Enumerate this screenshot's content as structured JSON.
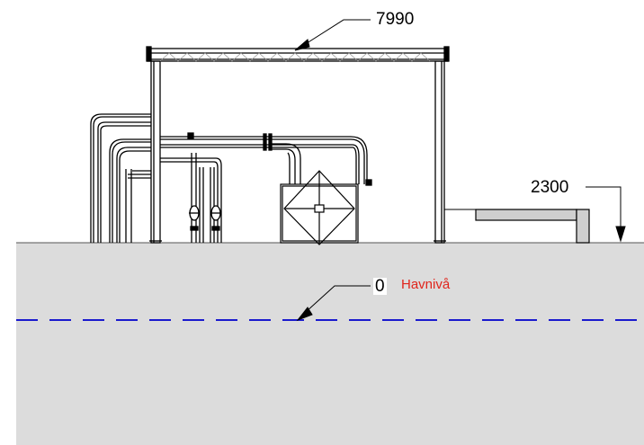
{
  "elevations": {
    "roof": {
      "value": "7990"
    },
    "platform": {
      "value": "2300"
    },
    "sea_level": {
      "value": "0",
      "name": "Havnivå"
    }
  },
  "colors": {
    "ground_fill": "#dcdcdc",
    "sea_level_line": "#1a1acd",
    "sea_level_label": "#e0251c",
    "linework": "#000000"
  }
}
